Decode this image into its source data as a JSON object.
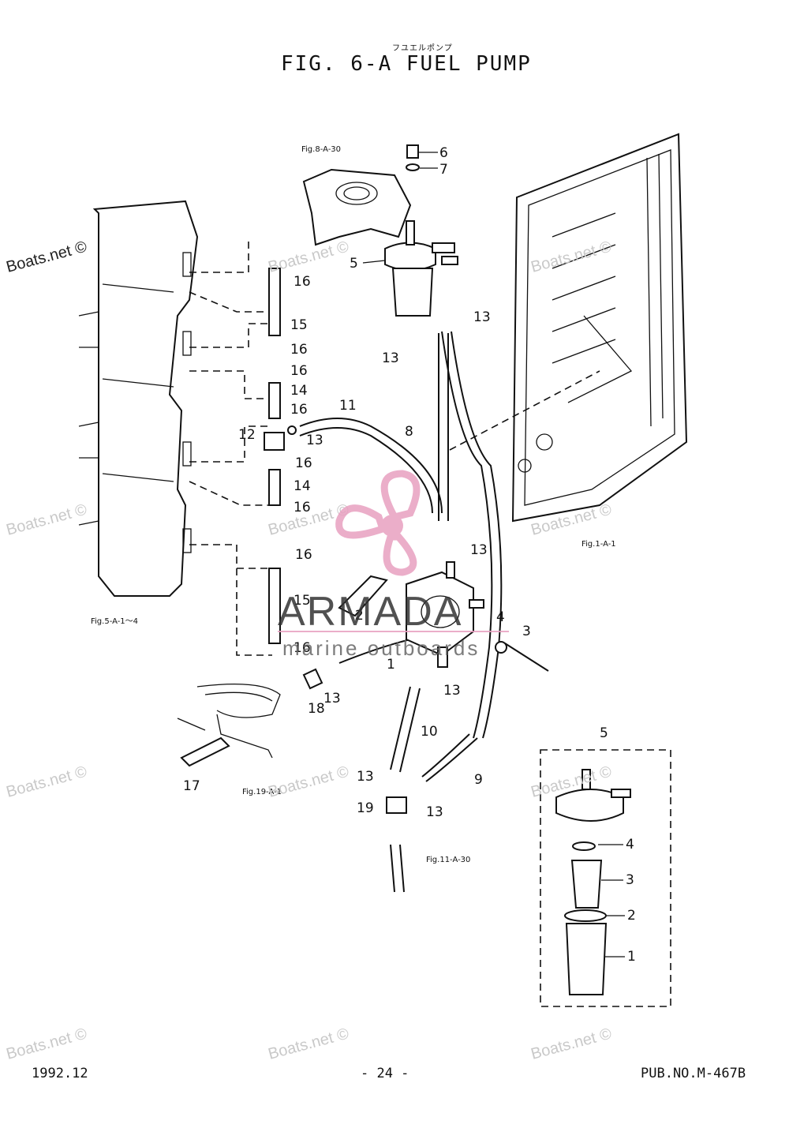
{
  "header": {
    "subtitle_jp": "フユエルポンプ",
    "title": "FIG.  6-A FUEL PUMP"
  },
  "footer": {
    "date": "1992.12",
    "page": "- 24 -",
    "pub_no": "PUB.NO.M-467B"
  },
  "references": {
    "fig_8_a_30": "Fig.8-A-30",
    "fig_1_a_1": "Fig.1-A-1",
    "fig_5_a_1_4": "Fig.5-A-1～4",
    "fig_19_a_1": "Fig.19-A-1",
    "fig_11_a_30": "Fig.11-A-30"
  },
  "callouts": {
    "c1": "1",
    "c2": "2",
    "c3": "3",
    "c4": "4",
    "c5": "5",
    "c6": "6",
    "c7": "7",
    "c8": "8",
    "c9": "9",
    "c10": "10",
    "c11": "11",
    "c12": "12",
    "c13": "13",
    "c14": "14",
    "c15": "15",
    "c16": "16",
    "c17": "17",
    "c18": "18",
    "c19": "19"
  },
  "inset": {
    "label": "5",
    "parts": [
      "4",
      "3",
      "2",
      "1"
    ]
  },
  "watermark": {
    "site": "Boats.net ©",
    "brand": "ARMADA",
    "tagline": "marine outboards",
    "brand_color": "#e8a0c0"
  }
}
